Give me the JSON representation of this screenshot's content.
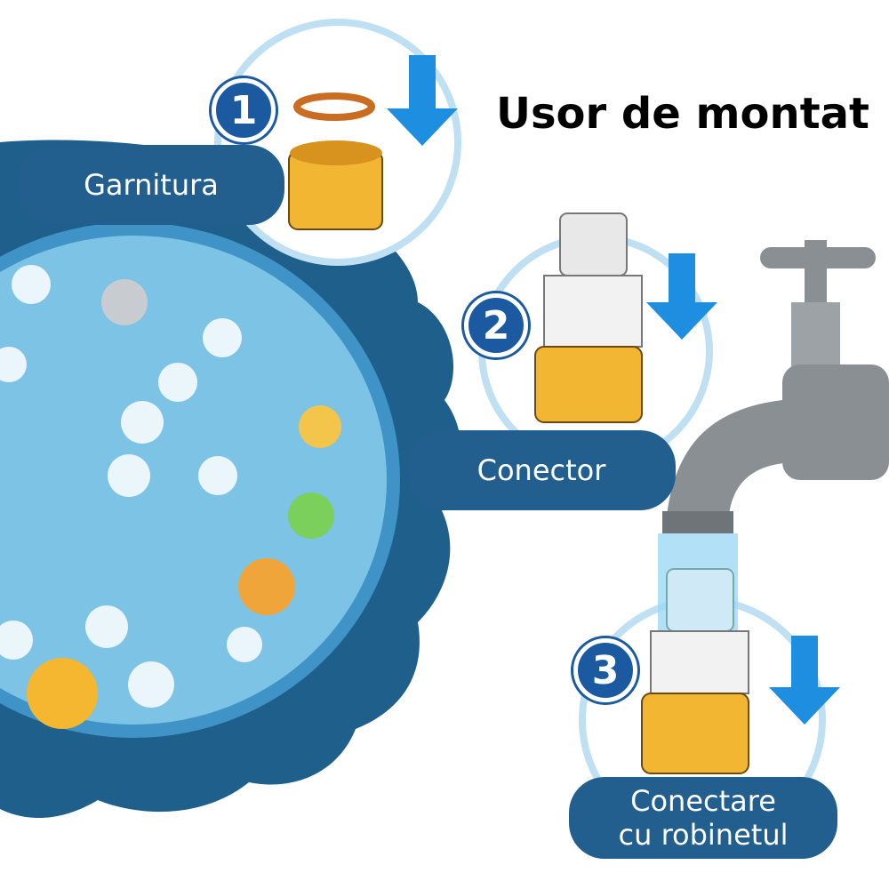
{
  "title": "Usor de montat",
  "steps": [
    {
      "number": "1",
      "label": "Garnitura"
    },
    {
      "number": "2",
      "label": "Conector"
    },
    {
      "number": "3",
      "label_line1": "Conectare",
      "label_line2": "cu robinetul"
    }
  ],
  "colors": {
    "pill": "#225e8e",
    "step_badge": "#1b5aa0",
    "arrow": "#1e8fe0",
    "connector": "#f2b632",
    "pool": "#1f5f8c"
  }
}
